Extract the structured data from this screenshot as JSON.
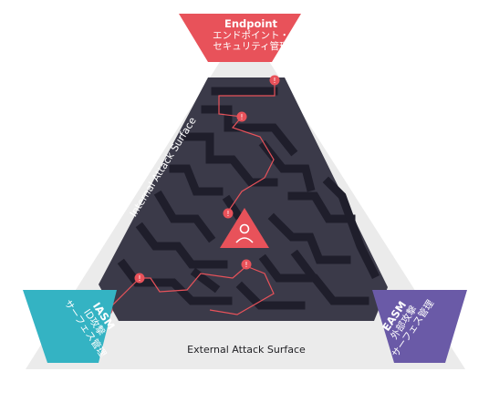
{
  "colors": {
    "outer": "#ebebeb",
    "maze_bg": "#3b3a49",
    "wall": "#1f1e2b",
    "endpoint": "#e8525a",
    "iasm": "#34b3c3",
    "easm": "#6a5aa7",
    "path": "#e8525a"
  },
  "endpoint": {
    "title": "Endpoint",
    "line1": "エンドポイント・",
    "line2": "セキュリティ管理"
  },
  "iasm": {
    "title": "IASM",
    "line1": "ID攻撃",
    "line2": "サーフェス管理"
  },
  "easm": {
    "title": "EASM",
    "line1": "外部攻撃",
    "line2": "サーフェス管理"
  },
  "labels": {
    "internal": "Internal Attack Surface",
    "external": "External Attack Surface"
  },
  "icons": {
    "center": "user-icon",
    "alerts": "alert-icon"
  }
}
